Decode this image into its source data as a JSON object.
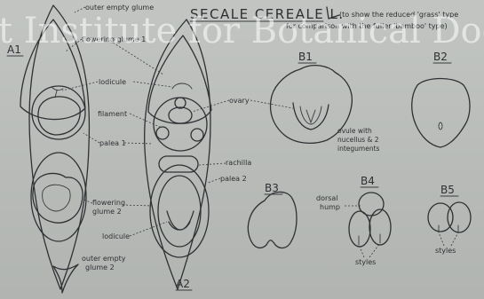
{
  "heading": {
    "title": "SECALE CEREALE L.",
    "note_line1": "(to show the reduced 'grass' type",
    "note_line2": "for comparison with the fuller 'bamboo' type)"
  },
  "watermark": "t Institute for Botanical Docu",
  "figure_labels": {
    "a1": "A1",
    "a2": "A2",
    "b1": "B1",
    "b2": "B2",
    "b3": "B3",
    "b4": "B4",
    "b5": "B5"
  },
  "annotations": {
    "outer_empty_glume_1": "outer empty glume",
    "flowering_glume_1": "flowering glume 1",
    "lodicule_top": "lodicule",
    "filament": "filament",
    "palea1": "palea 1",
    "ovary": "ovary",
    "rachilla": "rachilla",
    "palea2": "palea 2",
    "flowering_glume_2a": "flowering",
    "flowering_glume_2b": "glume 2",
    "lodicule_bottom": "lodicule",
    "outer_empty_glume_2a": "outer empty",
    "outer_empty_glume_2b": "glume 2",
    "ovule_1": "ovule with",
    "ovule_2": "nucellus & 2",
    "ovule_3": "integuments",
    "dorsal_1": "dorsal",
    "dorsal_2": "hump",
    "styles_b4": "styles",
    "styles_b5": "styles"
  }
}
